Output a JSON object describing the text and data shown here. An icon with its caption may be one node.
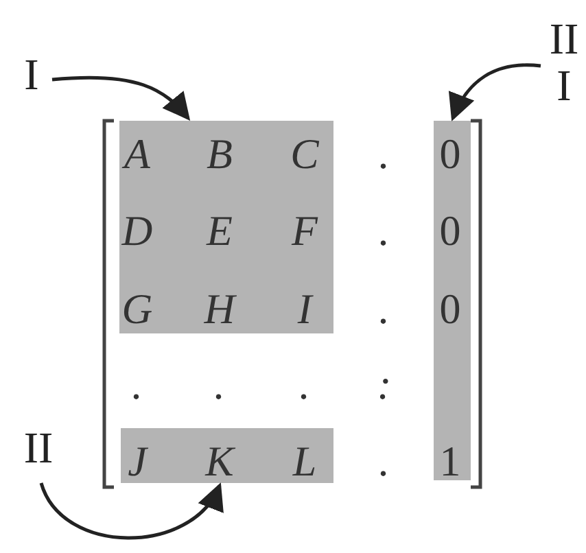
{
  "diagram": {
    "nodes": [
      {
        "text": [
          "I"
        ]
      },
      {
        "text": [],
        "shape": "box"
      },
      {
        "text": [
          "II I"
        ]
      },
      {
        "text": [],
        "shape": "box"
      },
      {
        "text": [
          "II"
        ]
      },
      {
        "text": [],
        "shape": "box"
      }
    ],
    "edges": [
      {
        "from": 0,
        "to": 1,
        "arrow": "to"
      },
      {
        "from": 2,
        "to": 3,
        "arrow": "to"
      },
      {
        "from": 4,
        "to": 5,
        "arrow": "to"
      }
    ],
    "labels": [
      "A",
      "B",
      "C",
      ".",
      "0",
      "D",
      "E",
      "F",
      ".",
      "0",
      "G",
      "H",
      "I",
      ".",
      "0",
      ".",
      ".",
      ".",
      ":",
      "J",
      "K",
      "L",
      ".",
      "1"
    ]
  }
}
